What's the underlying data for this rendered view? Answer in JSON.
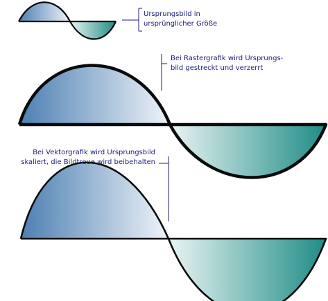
{
  "annotations": {
    "original": {
      "line1": "Ursprungsbild in",
      "line2": "ursprünglicher Größe"
    },
    "raster": {
      "line1": "Bei Rastergrafik wird Ursprungs-",
      "line2": "bild gestreckt und verzerrt"
    },
    "vector": {
      "line1": "Bei Vektorgrafik wird Ursprungsbild",
      "line2": "skaliert, die Bildtreue wird beibehalten"
    }
  },
  "colors": {
    "outline": "#0a0a0a",
    "left_lobe_dark": "#4d7fb2",
    "left_lobe_light": "#eef4f8",
    "right_lobe_light": "#eaf4f3",
    "right_lobe_dark": "#1f8c86",
    "annotation_text": "#1c1c7a",
    "leader_line": "#1c1c7a"
  }
}
